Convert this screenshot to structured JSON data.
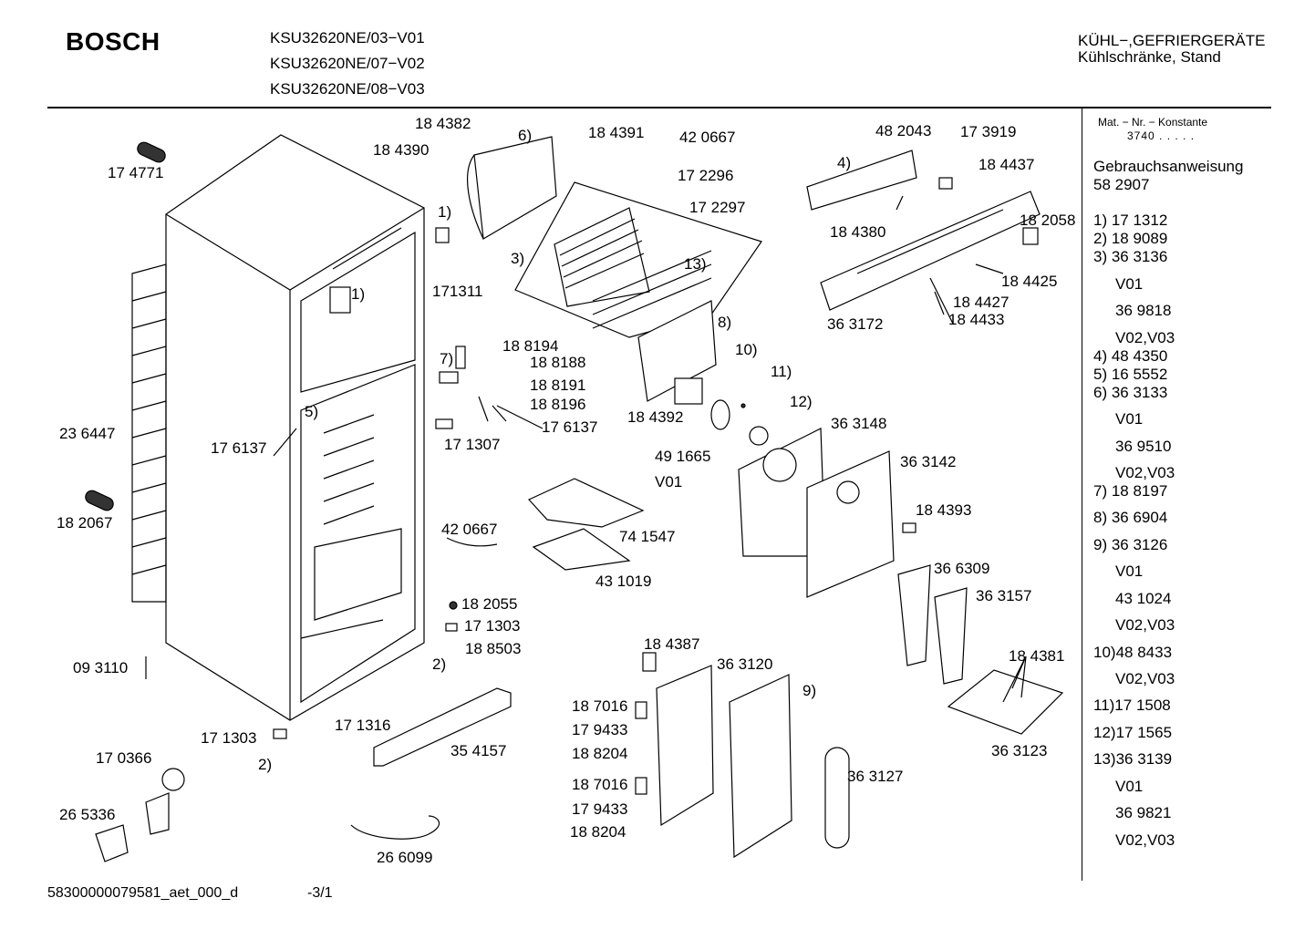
{
  "header": {
    "brand": "BOSCH",
    "models": [
      "KSU32620NE/03−V01",
      "KSU32620NE/07−V02",
      "KSU32620NE/08−V03"
    ],
    "category": [
      "KÜHL−,GEFRIERGERÄTE",
      "Kühlschränke, Stand"
    ]
  },
  "sidebar": {
    "mat_label": "Mat. − Nr. − Konstante",
    "mat_value": "3740  .  .  .  .  .",
    "manual_label": "Gebrauchsanweisung",
    "manual_value": "58 2907",
    "entries": [
      "1) 17 1312",
      "2) 18 9089",
      "3) 36 3136",
      "V01",
      "36 9818",
      "V02,V03",
      "4) 48 4350",
      "5) 16 5552",
      "6) 36 3133",
      "V01",
      "36 9510",
      "V02,V03",
      "7) 18 8197",
      "8) 36 6904",
      "9) 36 3126",
      "V01",
      "43 1024",
      "V02,V03",
      "10)48 8433",
      "V02,V03",
      "11)17 1508",
      "12)17 1565",
      "13)36 3139",
      "V01",
      "36 9821",
      "V02,V03"
    ]
  },
  "labels": [
    "18 4382",
    "6)",
    "18 4391",
    "42 0667",
    "48 2043",
    "17 3919",
    "18 4390",
    "17 4771",
    "17 2296",
    "4)",
    "18 4437",
    "17 2297",
    "1)",
    "18 2058",
    "18 4380",
    "3)",
    "13)",
    "171311",
    "1)",
    "18 4425",
    "18 4427",
    "8)",
    "36 3172",
    "18 4433",
    "18 8194",
    "7)",
    "18 8188",
    "10)",
    "18 8191",
    "11)",
    "18 8196",
    "18 4392",
    "12)",
    "23 6447",
    "5)",
    "17 6137",
    "17 6137",
    "36 3148",
    "17 1307",
    "49 1665",
    "36 3142",
    "V01",
    "18 2067",
    "42 0667",
    "18 4393",
    "74 1547",
    "43 1019",
    "36 6309",
    "36 3157",
    "18 2055",
    "17 1303",
    "18 8503",
    "18 4387",
    "2)",
    "36 3120",
    "18 4381",
    "09 3110",
    "9)",
    "18 7016",
    "17 9433",
    "17 1303",
    "17 1316",
    "18 8204",
    "35 4157",
    "36 3123",
    "17 0366",
    "2)",
    "36 3127",
    "18 7016",
    "26 5336",
    "17 9433",
    "18 8204",
    "26 6099"
  ],
  "footer": {
    "doc_id": "58300000079581_aet_000_d",
    "page": "-3/1"
  }
}
